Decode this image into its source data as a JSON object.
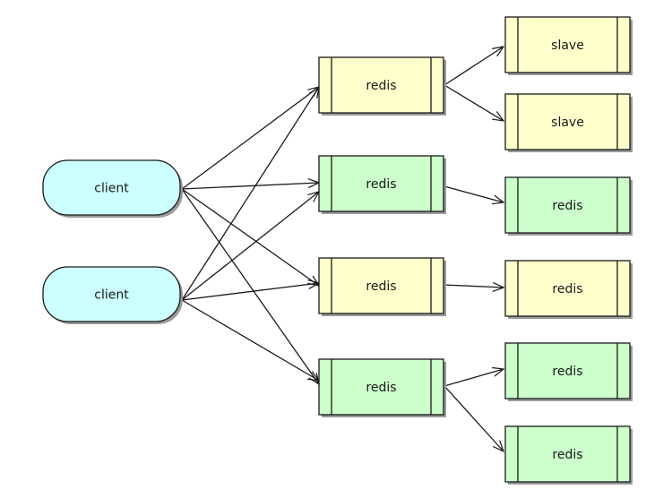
{
  "colors": {
    "client_fill": "#ccffff",
    "yellow_fill": "#ffffcc",
    "green_fill": "#ccffcc",
    "stroke": "#1a1a1a",
    "shadow": "#9a9a9a"
  },
  "nodes": {
    "client1": {
      "label": "client",
      "shape": "pill",
      "fill": "client_fill"
    },
    "client2": {
      "label": "client",
      "shape": "pill",
      "fill": "client_fill"
    },
    "redis1": {
      "label": "redis",
      "shape": "process",
      "fill": "yellow_fill"
    },
    "redis2": {
      "label": "redis",
      "shape": "process",
      "fill": "green_fill"
    },
    "redis3": {
      "label": "redis",
      "shape": "process",
      "fill": "yellow_fill"
    },
    "redis4": {
      "label": "redis",
      "shape": "process",
      "fill": "green_fill"
    },
    "slave1": {
      "label": "slave",
      "shape": "process",
      "fill": "yellow_fill"
    },
    "slave2": {
      "label": "slave",
      "shape": "process",
      "fill": "yellow_fill"
    },
    "replica2": {
      "label": "redis",
      "shape": "process",
      "fill": "green_fill"
    },
    "replica3": {
      "label": "redis",
      "shape": "process",
      "fill": "yellow_fill"
    },
    "replica4a": {
      "label": "redis",
      "shape": "process",
      "fill": "green_fill"
    },
    "replica4b": {
      "label": "redis",
      "shape": "process",
      "fill": "green_fill"
    }
  },
  "edges": [
    {
      "from": "client1",
      "to": "redis1"
    },
    {
      "from": "client1",
      "to": "redis2"
    },
    {
      "from": "client1",
      "to": "redis3"
    },
    {
      "from": "client1",
      "to": "redis4"
    },
    {
      "from": "client2",
      "to": "redis1"
    },
    {
      "from": "client2",
      "to": "redis2"
    },
    {
      "from": "client2",
      "to": "redis3"
    },
    {
      "from": "client2",
      "to": "redis4"
    },
    {
      "from": "redis1",
      "to": "slave1"
    },
    {
      "from": "redis1",
      "to": "slave2"
    },
    {
      "from": "redis2",
      "to": "replica2"
    },
    {
      "from": "redis3",
      "to": "replica3"
    },
    {
      "from": "redis4",
      "to": "replica4a"
    },
    {
      "from": "redis4",
      "to": "replica4b"
    }
  ]
}
